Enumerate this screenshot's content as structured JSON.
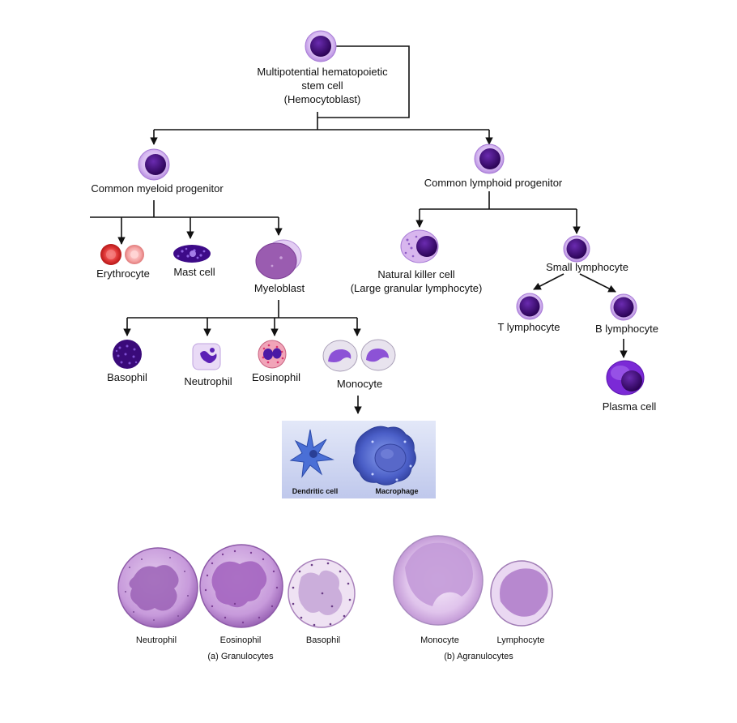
{
  "hierarchy": {
    "stem_cell": {
      "line1": "Multipotential hematopoietic",
      "line2": "stem cell",
      "line3": "(Hemocytoblast)"
    },
    "myeloid_progenitor": "Common myeloid progenitor",
    "lymphoid_progenitor": "Common lymphoid progenitor",
    "erythrocyte": "Erythrocyte",
    "mast_cell": "Mast cell",
    "myeloblast": "Myeloblast",
    "natural_killer": {
      "line1": "Natural killer cell",
      "line2": "(Large granular lymphocyte)"
    },
    "small_lymphocyte": "Small lymphocyte",
    "basophil": "Basophil",
    "neutrophil": "Neutrophil",
    "eosinophil": "Eosinophil",
    "monocyte": "Monocyte",
    "t_lymphocyte": "T lymphocyte",
    "b_lymphocyte": "B lymphocyte",
    "plasma_cell": "Plasma cell",
    "dendritic_cell": "Dendritic cell",
    "macrophage": "Macrophage"
  },
  "bottom_panel": {
    "granulocytes": {
      "caption": "(a) Granulocytes",
      "neutrophil": "Neutrophil",
      "eosinophil": "Eosinophil",
      "basophil": "Basophil"
    },
    "agranulocytes": {
      "caption": "(b) Agranulocytes",
      "monocyte": "Monocyte",
      "lymphocyte": "Lymphocyte"
    }
  },
  "colors": {
    "nucleus_dark": "#3d0a6e",
    "membrane_light": "#c9a6ee",
    "lines": "#111111",
    "erythrocyte": "#d62a2a",
    "macrophage_blue": "#4b5fc8",
    "granulocyte_purple": "#b07cc6"
  }
}
